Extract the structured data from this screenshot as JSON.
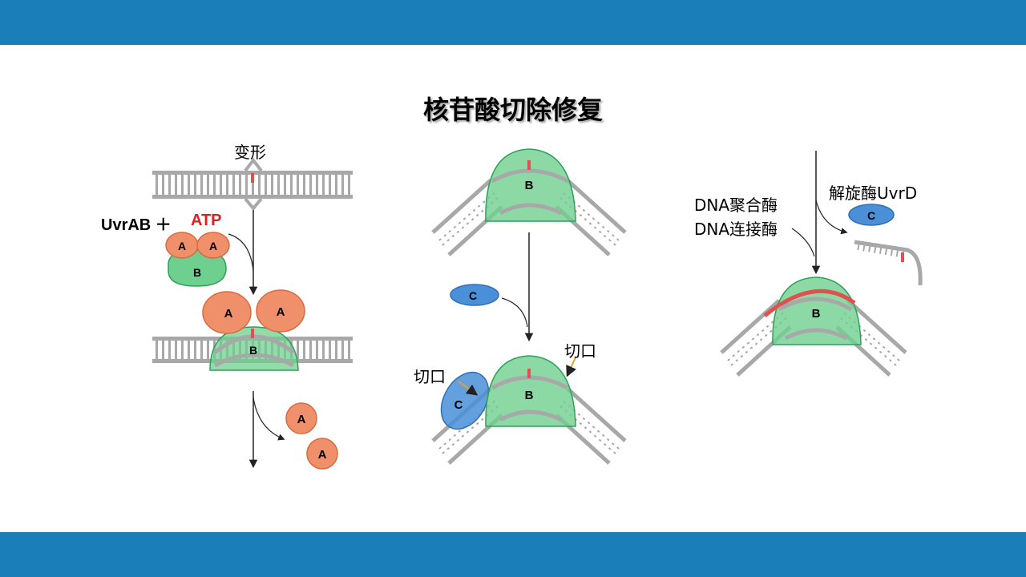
{
  "colors": {
    "band": "#1a7fb8",
    "protein_A": "#f0906a",
    "protein_B": "#6fcf8f",
    "protein_C": "#4a8fd8",
    "dna": "#a8a8a8",
    "damage": "#e05050",
    "atp_text": "#e02020"
  },
  "title": "核苷酸切除修复",
  "labels": {
    "deform": "变形",
    "uvrab": "UvrAB ＋",
    "atp": "ATP",
    "nick_left": "切口",
    "nick_right": "切口",
    "dna_pol": "DNA聚合酶",
    "dna_ligase": "DNA连接酶",
    "helicase": "解旋酶UvrD"
  },
  "proteins": {
    "A": "A",
    "B": "B",
    "C": "C"
  },
  "icons": [
    "dna-double-helix-icon",
    "protein-blob-icon",
    "arrow-icon"
  ]
}
